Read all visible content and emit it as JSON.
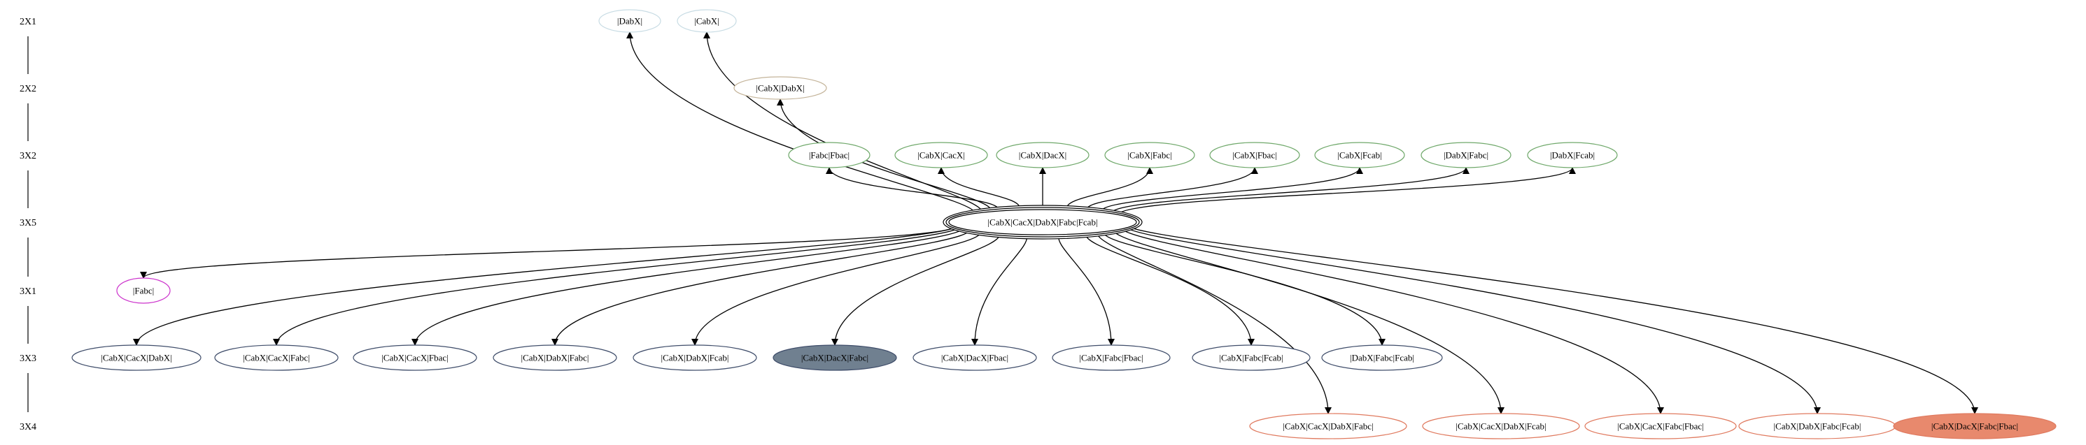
{
  "ranks": [
    {
      "id": "r0",
      "label": "2X1"
    },
    {
      "id": "r1",
      "label": "2X2"
    },
    {
      "id": "r2",
      "label": "3X2"
    },
    {
      "id": "r3",
      "label": "3X5"
    },
    {
      "id": "r4",
      "label": "3X1"
    },
    {
      "id": "r5",
      "label": "3X3"
    },
    {
      "id": "r6",
      "label": "3X4"
    }
  ],
  "colors": {
    "edge": "#000000",
    "rank_line": "#000000",
    "light_blue": "#c8dce4",
    "tan": "#c4b49a",
    "green": "#6fa86a",
    "magenta": "#cc33cc",
    "slate": "#3f4d6a",
    "slate_fill": "#708090",
    "salmon": "#e07a5f",
    "salmon_fill": "#e8896d"
  },
  "nodes": [
    {
      "id": "n_dabx",
      "label": "|DabX|",
      "rank": "r0",
      "stroke": "light_blue"
    },
    {
      "id": "n_cabx",
      "label": "|CabX|",
      "rank": "r0",
      "stroke": "light_blue"
    },
    {
      "id": "n_cabxdabx",
      "label": "|CabX|DabX|",
      "rank": "r1",
      "stroke": "tan"
    },
    {
      "id": "n_fabcfbac",
      "label": "|Fabc|Fbac|",
      "rank": "r2",
      "stroke": "green"
    },
    {
      "id": "n_cabxcacx",
      "label": "|CabX|CacX|",
      "rank": "r2",
      "stroke": "green"
    },
    {
      "id": "n_cabxdacx",
      "label": "|CabX|DacX|",
      "rank": "r2",
      "stroke": "green"
    },
    {
      "id": "n_cabxfabc",
      "label": "|CabX|Fabc|",
      "rank": "r2",
      "stroke": "green"
    },
    {
      "id": "n_cabxfbac",
      "label": "|CabX|Fbac|",
      "rank": "r2",
      "stroke": "green"
    },
    {
      "id": "n_cabxfcab",
      "label": "|CabX|Fcab|",
      "rank": "r2",
      "stroke": "green"
    },
    {
      "id": "n_dabxfabc",
      "label": "|DabX|Fabc|",
      "rank": "r2",
      "stroke": "green"
    },
    {
      "id": "n_dabxfcab",
      "label": "|DabX|Fcab|",
      "rank": "r2",
      "stroke": "green"
    },
    {
      "id": "n_root",
      "label": "|CabX|CacX|DabX|Fabc|Fcab|",
      "rank": "r3",
      "stroke": "edge",
      "peripheries": 3
    },
    {
      "id": "n_fabc",
      "label": "|Fabc|",
      "rank": "r4",
      "stroke": "magenta"
    },
    {
      "id": "n_cabxcacxdabx",
      "label": "|CabX|CacX|DabX|",
      "rank": "r5",
      "stroke": "slate"
    },
    {
      "id": "n_cabxcacxfabc",
      "label": "|CabX|CacX|Fabc|",
      "rank": "r5",
      "stroke": "slate"
    },
    {
      "id": "n_cabxcacxfbac",
      "label": "|CabX|CacX|Fbac|",
      "rank": "r5",
      "stroke": "slate"
    },
    {
      "id": "n_cabxdabxfabc",
      "label": "|CabX|DabX|Fabc|",
      "rank": "r5",
      "stroke": "slate"
    },
    {
      "id": "n_cabxdabxfcab",
      "label": "|CabX|DabX|Fcab|",
      "rank": "r5",
      "stroke": "slate"
    },
    {
      "id": "n_cabxdacxfabc",
      "label": "|CabX|DacX|Fabc|",
      "rank": "r5",
      "stroke": "slate",
      "fill": "slate_fill"
    },
    {
      "id": "n_cabxdacxfbac",
      "label": "|CabX|DacX|Fbac|",
      "rank": "r5",
      "stroke": "slate"
    },
    {
      "id": "n_cabxfabcfbac",
      "label": "|CabX|Fabc|Fbac|",
      "rank": "r5",
      "stroke": "slate"
    },
    {
      "id": "n_cabxfabcfcab",
      "label": "|CabX|Fabc|Fcab|",
      "rank": "r5",
      "stroke": "slate"
    },
    {
      "id": "n_dabxfabcfcab",
      "label": "|DabX|Fabc|Fcab|",
      "rank": "r5",
      "stroke": "slate"
    },
    {
      "id": "n_cabxcacxdabxfabc",
      "label": "|CabX|CacX|DabX|Fabc|",
      "rank": "r6",
      "stroke": "salmon"
    },
    {
      "id": "n_cabxcacxdabxfcab",
      "label": "|CabX|CacX|DabX|Fcab|",
      "rank": "r6",
      "stroke": "salmon"
    },
    {
      "id": "n_cabxcacxfabcfbac",
      "label": "|CabX|CacX|Fabc|Fbac|",
      "rank": "r6",
      "stroke": "salmon"
    },
    {
      "id": "n_cabxdabxfabcfcab",
      "label": "|CabX|DabX|Fabc|Fcab|",
      "rank": "r6",
      "stroke": "salmon"
    },
    {
      "id": "n_cabxdacxfabcfbac",
      "label": "|CabX|DacX|Fabc|Fbac|",
      "rank": "r6",
      "stroke": "salmon",
      "fill": "salmon_fill"
    }
  ],
  "edges": [
    {
      "from": "n_root",
      "to": "n_dabx"
    },
    {
      "from": "n_root",
      "to": "n_cabx"
    },
    {
      "from": "n_root",
      "to": "n_cabxdabx"
    },
    {
      "from": "n_root",
      "to": "n_fabcfbac"
    },
    {
      "from": "n_root",
      "to": "n_cabxcacx"
    },
    {
      "from": "n_root",
      "to": "n_cabxdacx"
    },
    {
      "from": "n_root",
      "to": "n_cabxfabc"
    },
    {
      "from": "n_root",
      "to": "n_cabxfbac"
    },
    {
      "from": "n_root",
      "to": "n_cabxfcab"
    },
    {
      "from": "n_root",
      "to": "n_dabxfabc"
    },
    {
      "from": "n_root",
      "to": "n_dabxfcab"
    },
    {
      "from": "n_root",
      "to": "n_fabc"
    },
    {
      "from": "n_root",
      "to": "n_cabxcacxdabx"
    },
    {
      "from": "n_root",
      "to": "n_cabxcacxfabc"
    },
    {
      "from": "n_root",
      "to": "n_cabxcacxfbac"
    },
    {
      "from": "n_root",
      "to": "n_cabxdabxfabc"
    },
    {
      "from": "n_root",
      "to": "n_cabxdabxfcab"
    },
    {
      "from": "n_root",
      "to": "n_cabxdacxfabc"
    },
    {
      "from": "n_root",
      "to": "n_cabxdacxfbac"
    },
    {
      "from": "n_root",
      "to": "n_cabxfabcfbac"
    },
    {
      "from": "n_root",
      "to": "n_cabxfabcfcab"
    },
    {
      "from": "n_root",
      "to": "n_dabxfabcfcab"
    },
    {
      "from": "n_root",
      "to": "n_cabxcacxdabxfabc"
    },
    {
      "from": "n_root",
      "to": "n_cabxcacxdabxfcab"
    },
    {
      "from": "n_root",
      "to": "n_cabxcacxfabcfbac"
    },
    {
      "from": "n_root",
      "to": "n_cabxdabxfabcfcab"
    },
    {
      "from": "n_root",
      "to": "n_cabxdacxfabcfbac"
    }
  ]
}
